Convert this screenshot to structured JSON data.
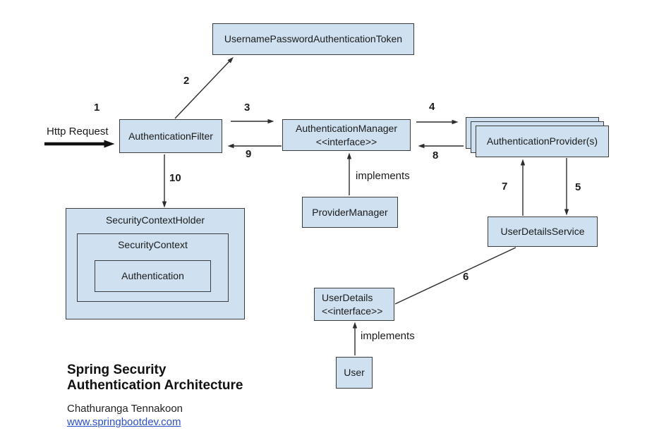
{
  "diagram": {
    "http_request_label": "Http Request",
    "steps": {
      "s1": "1",
      "s2": "2",
      "s3": "3",
      "s4": "4",
      "s5": "5",
      "s6": "6",
      "s7": "7",
      "s8": "8",
      "s9": "9",
      "s10": "10"
    },
    "implements_manager": "implements",
    "implements_user": "implements",
    "nodes": {
      "token": "UsernamePasswordAuthenticationToken",
      "authentication_filter": "AuthenticationFilter",
      "authentication_manager": "AuthenticationManager",
      "authentication_manager_stereotype": "<<interface>>",
      "authentication_providers": "AuthenticationProvider(s)",
      "provider_manager": "ProviderManager",
      "user_details_service": "UserDetailsService",
      "user_details": "UserDetails",
      "user_details_stereotype": "<<interface>>",
      "user": "User",
      "security_context_holder": "SecurityContextHolder",
      "security_context": "SecurityContext",
      "authentication": "Authentication"
    },
    "footer": {
      "title_line1": "Spring Security",
      "title_line2": "Authentication Architecture",
      "author": "Chathuranga Tennakoon",
      "website": "www.springbootdev.com"
    },
    "colors": {
      "node_fill": "#cfe0f0",
      "node_border": "#3c3c3c",
      "line_color": "#2d2d2d",
      "link_color": "#2b50c8"
    }
  }
}
